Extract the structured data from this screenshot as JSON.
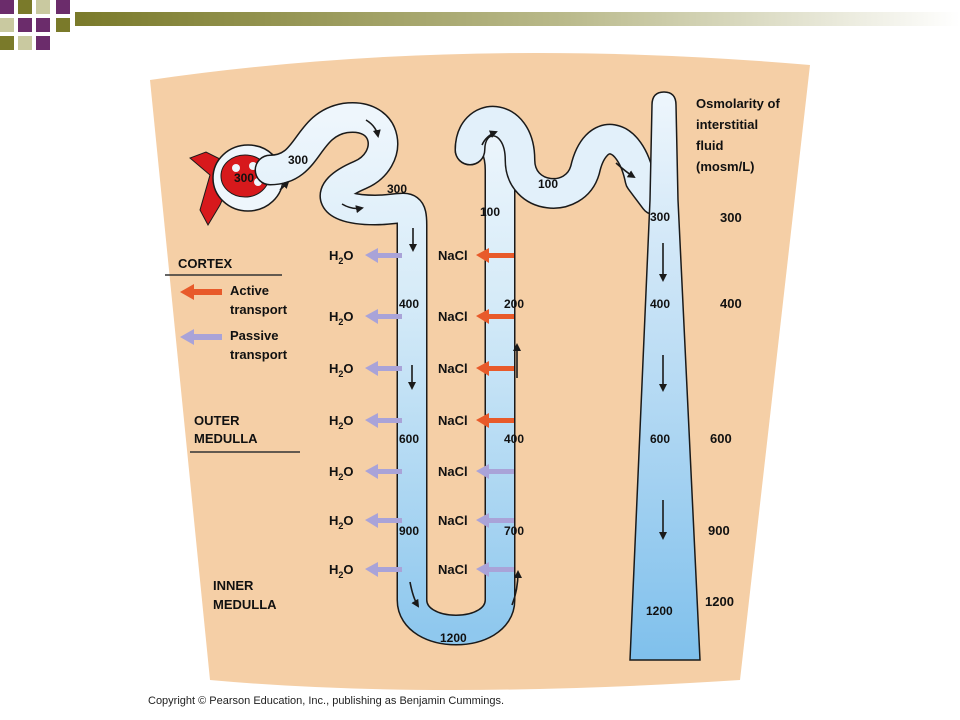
{
  "colors": {
    "tissue": "#f5cfa6",
    "fluid_light": "#eef6fc",
    "fluid_dark": "#9fd0f0",
    "outline": "#1a1a1a",
    "blood": "#d7191c",
    "active_arrow": "#e85a2a",
    "passive_arrow": "#a9a3d8",
    "deco_purple": "#6b2c6b",
    "deco_olive": "#7a7a2a"
  },
  "icons": {
    "active_arrow": "arrow-left-orange",
    "passive_arrow": "arrow-left-lavender",
    "flow_arrow": "arrow-black"
  },
  "legend_title": "Osmolarity of interstitial fluid (mosm/L)",
  "regions": {
    "cortex": "CORTEX",
    "outer_medulla": "OUTER MEDULLA",
    "inner_medulla": "INNER MEDULLA"
  },
  "key": {
    "active": "Active transport",
    "passive": "Passive transport"
  },
  "tubule_values": {
    "glomerulus": "300",
    "proximal": "300",
    "descending_top": "300",
    "descending_400": "400",
    "descending_600": "600",
    "descending_900": "900",
    "loop_bottom": "1200",
    "ascending_200": "200",
    "ascending_400": "400",
    "ascending_700": "700",
    "ascending_top": "100",
    "distal": "100",
    "collecting_300": "300",
    "collecting_400": "400",
    "collecting_600": "600",
    "collecting_1200": "1200"
  },
  "interstitial_values": [
    "300",
    "400",
    "600",
    "900",
    "1200"
  ],
  "water": {
    "symbol": "H",
    "sub": "2",
    "tail": "O"
  },
  "salt": "NaCl",
  "copyright": "Copyright © Pearson Education, Inc., publishing as Benjamin Cummings."
}
